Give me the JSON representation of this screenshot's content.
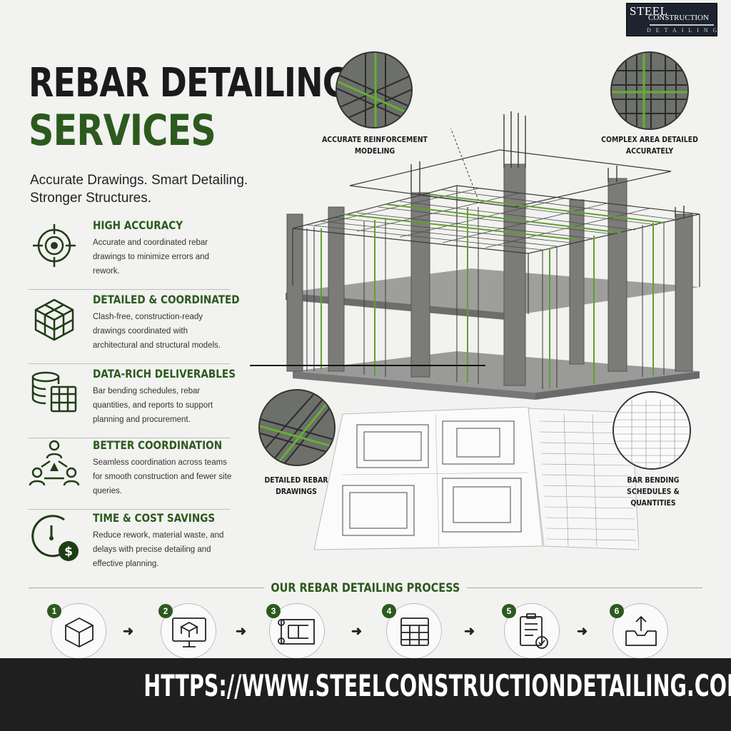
{
  "logo": {
    "line1": "STEEL",
    "line2": "CONSTRUCTION",
    "line3": "DETAILING"
  },
  "headline": {
    "line1": "REBAR DETAILING",
    "line2": "SERVICES"
  },
  "tagline": "Accurate Drawings. Smart Detailing. Stronger Structures.",
  "features": [
    {
      "title": "HIGH ACCURACY",
      "desc": "Accurate and coordinated rebar drawings to minimize errors and rework.",
      "icon": "target-icon"
    },
    {
      "title": "DETAILED & COORDINATED",
      "desc": "Clash-free, construction-ready drawings coordinated with architectural and structural models.",
      "icon": "cube-grid-icon"
    },
    {
      "title": "DATA-RICH DELIVERABLES",
      "desc": "Bar bending schedules, rebar quantities, and reports to support planning and procurement.",
      "icon": "database-icon"
    },
    {
      "title": "BETTER COORDINATION",
      "desc": "Seamless coordination across teams for smooth construction and fewer site queries.",
      "icon": "team-icon"
    },
    {
      "title": "TIME & COST SAVINGS",
      "desc": "Reduce rework, material waste, and delays with precise detailing and effective planning.",
      "icon": "clock-dollar-icon"
    }
  ],
  "callouts": {
    "reinforcement": "ACCURATE REINFORCEMENT MODELING",
    "complex": "COMPLEX AREA DETAILED ACCURATELY",
    "drawings": "DETAILED REBAR DRAWINGS",
    "schedules": "BAR BENDING SCHEDULES & QUANTITIES"
  },
  "process": {
    "title": "OUR REBAR DETAILING PROCESS",
    "steps": [
      "1",
      "2",
      "3",
      "4",
      "5",
      "6"
    ],
    "arrow": "➜"
  },
  "footer": {
    "url": "HTTPS://WWW.STEELCONSTRUCTIONDETAILING.COM/"
  },
  "colors": {
    "accent": "#2c5a1e",
    "dark": "#1f1f1f",
    "background": "#f2f2f0"
  }
}
